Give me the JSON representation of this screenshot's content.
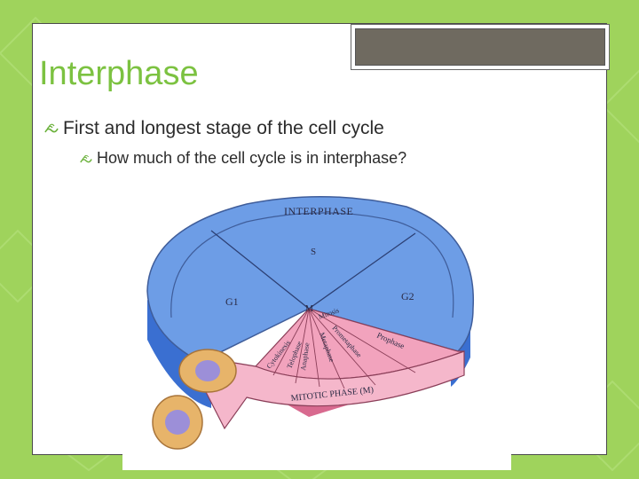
{
  "slide": {
    "title": "Interphase",
    "bullets": [
      {
        "text": "First  and longest stage of the cell cycle",
        "level": 1,
        "icon": "book-flourish-bullet-icon"
      },
      {
        "text": "How  much of the cell cycle is in interphase?",
        "level": 2,
        "icon": "book-flourish-bullet-icon"
      }
    ]
  },
  "figure": {
    "labels": {
      "interphase": "INTERPHASE",
      "s": "S",
      "g1": "G1",
      "g2": "G2",
      "m": "M",
      "mitosis": "Mitosis",
      "prophase": "Prophase",
      "prometaphase": "Prometaphase",
      "metaphase": "Metaphase",
      "anaphase": "Anaphase",
      "telophase": "Telophase",
      "cytokinesis": "Cytokinesis",
      "mitotic_phase": "MITOTIC PHASE (M)"
    }
  },
  "colors": {
    "background_green": "#9fd35c",
    "title_green": "#7cc241",
    "interphase_blue": "#6d9de6",
    "mitotic_pink": "#f2a3bd"
  }
}
